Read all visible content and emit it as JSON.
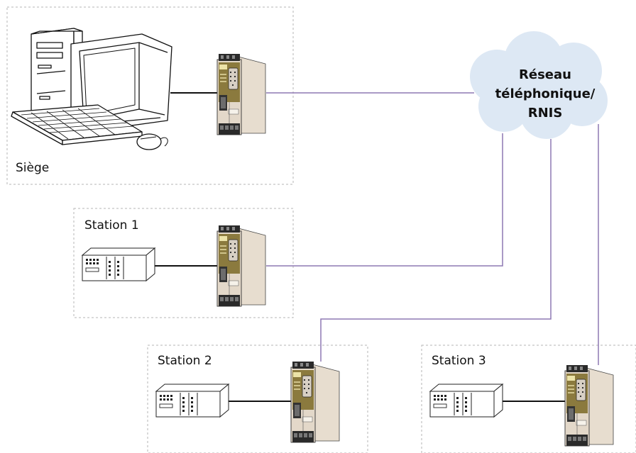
{
  "network": {
    "label_line1": "Réseau",
    "label_line2": "téléphonique/",
    "label_line3": "RNIS"
  },
  "sites": {
    "hq": {
      "label": "Siège"
    },
    "station1": {
      "label": "Station 1"
    },
    "station2": {
      "label": "Station 2"
    },
    "station3": {
      "label": "Station 3"
    }
  },
  "colors": {
    "phone_line": "#8e78b4",
    "data_cable": "#111111",
    "cloud_fill": "#dde8f4",
    "modem_body": "#e3d8c9",
    "modem_panel": "#8b7a3e",
    "site_border": "#b5b5b5"
  },
  "icons": {
    "computer": "desktop-computer-icon",
    "modem": "din-rail-modem-icon",
    "plc": "plc-controller-icon",
    "cloud": "network-cloud-icon"
  }
}
